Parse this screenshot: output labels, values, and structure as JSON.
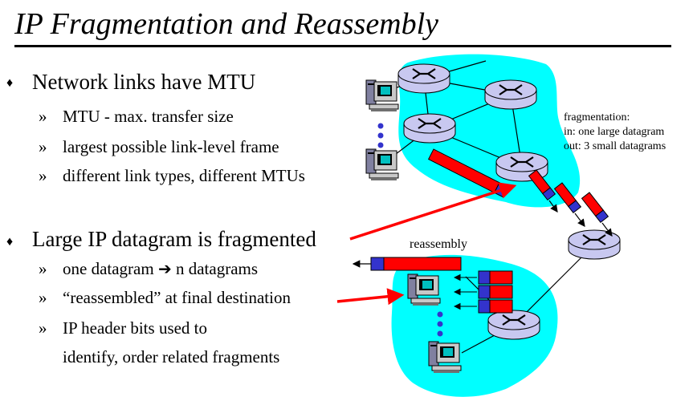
{
  "title": "IP Fragmentation and Reassembly",
  "bullets": [
    {
      "text": "Network links have MTU",
      "subs": [
        "MTU - max. transfer size",
        "largest possible link-level frame",
        "different link types, different MTUs"
      ]
    },
    {
      "text": "Large IP datagram is fragmented",
      "subs": [
        "one datagram",
        "n datagrams",
        "“reassembled” at final destination",
        "IP header bits used to",
        "identify, order related fragments"
      ]
    }
  ],
  "bullet_marker": "♦",
  "sub_marker": "»",
  "arrow_glyph": "➔",
  "diagram": {
    "fragmentation_label": "fragmentation:",
    "fragmentation_in": "in: one large datagram",
    "fragmentation_out": "out: 3 small datagrams",
    "reassembly_label": "reassembly",
    "colors": {
      "cloud": "#00ffff",
      "router": "#c8c8f0",
      "data": "#ff0000",
      "header": "#3333cc",
      "pointer": "#ff0000"
    }
  }
}
